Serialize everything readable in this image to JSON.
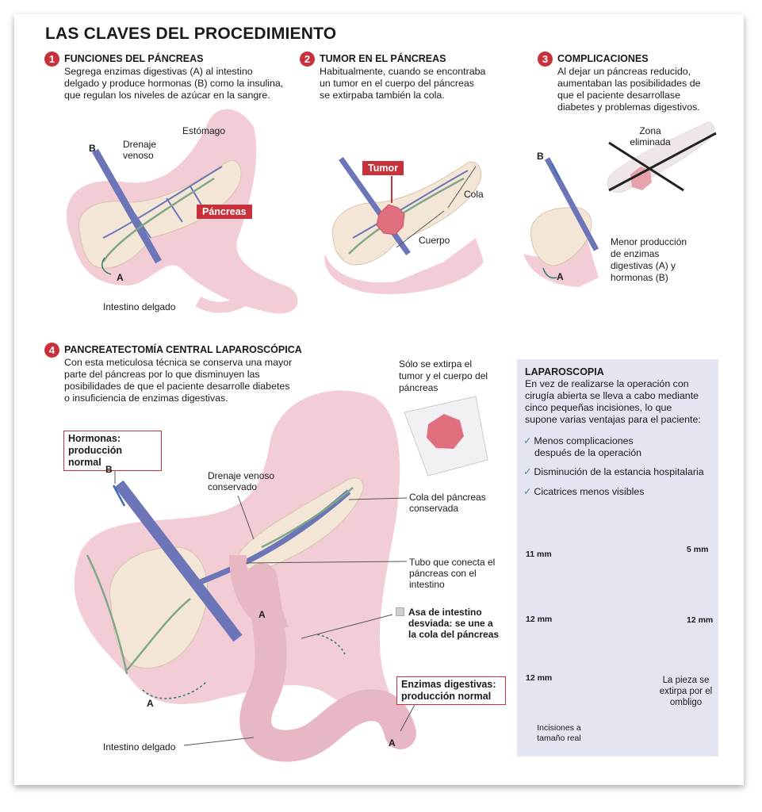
{
  "title": "LAS CLAVES DEL PROCEDIMIENTO",
  "colors": {
    "accent": "#c8313a",
    "vein": "#6b75b8",
    "tissue": "#f2cdd6",
    "panel": "#e3e5f1"
  },
  "sections": [
    {
      "number": "1",
      "heading": "FUNCIONES DEL PÁNCREAS",
      "text_lines": [
        "Segrega enzimas digestivas (A) al intestino",
        "delgado y produce hormonas (B) como la insulina,",
        "que regulan los niveles de azúcar en la sangre."
      ],
      "labels": {
        "estomago": "Estómago",
        "drenaje": "Drenaje venoso",
        "pancreas": "Páncreas",
        "b": "B",
        "a": "A",
        "intestino": "Intestino delgado"
      }
    },
    {
      "number": "2",
      "heading": "TUMOR EN EL PÁNCREAS",
      "text_lines": [
        "Habitualmente, cuando se encontraba",
        "un tumor en el cuerpo del páncreas",
        "se extirpaba también la cola."
      ],
      "labels": {
        "tumor": "Tumor",
        "cola": "Cola",
        "cuerpo": "Cuerpo"
      }
    },
    {
      "number": "3",
      "heading": "COMPLICACIONES",
      "text_lines": [
        "Al dejar un páncreas reducido,",
        "aumentaban las posibilidades de",
        "que el paciente desarrollase",
        "diabetes y problemas digestivos."
      ],
      "labels": {
        "zona": "Zona eliminada",
        "b": "B",
        "a": "A",
        "menor_lines": [
          "Menor producción",
          "de enzimas",
          "digestivas (A) y",
          "hormonas (B)"
        ]
      }
    },
    {
      "number": "4",
      "heading": "PANCREATECTOMÍA CENTRAL LAPAROSCÓPICA",
      "text_lines": [
        "Con esta meticulosa técnica se conserva una mayor",
        "parte del páncreas por lo que disminuyen las",
        "posibilidades de que el paciente desarrolle diabetes",
        "o insuficiencia de enzimas digestivas."
      ],
      "labels": {
        "solo": "Sólo se extirpa el tumor y el cuerpo del páncreas",
        "hormonas": "Hormonas: producción normal",
        "drenaje": "Drenaje venoso conservado",
        "cola": "Cola del páncreas conservada",
        "tubo": "Tubo que conecta el páncreas con el intestino",
        "asa": "Asa de intestino desviada: se une a la cola del páncreas",
        "enzimas": "Enzimas digestivas: producción normal",
        "intestino": "Intestino delgado",
        "b": "B",
        "a": "A"
      }
    }
  ],
  "laparoscopia": {
    "heading": "LAPAROSCOPIA",
    "text_lines": [
      "En vez de realizarse la operación con",
      "cirugía abierta se lleva a cabo mediante",
      "cinco pequeñas incisiones, lo que",
      "supone varias ventajas para el paciente:"
    ],
    "benefits": [
      {
        "icon": "checkmark-icon",
        "lines": [
          "Menos complicaciones",
          "después de la operación"
        ]
      },
      {
        "icon": "checkmark-icon",
        "lines": [
          "Disminución de la estancia hospitalaria"
        ]
      },
      {
        "icon": "checkmark-icon",
        "lines": [
          "Cicatrices menos visibles"
        ]
      }
    ],
    "incisions": [
      "11 mm",
      "12 mm",
      "12 mm",
      "5 mm",
      "12 mm"
    ],
    "pieza": "La pieza se extirpa por el ombligo",
    "incisiones_note": "Incisiones a tamaño real"
  }
}
